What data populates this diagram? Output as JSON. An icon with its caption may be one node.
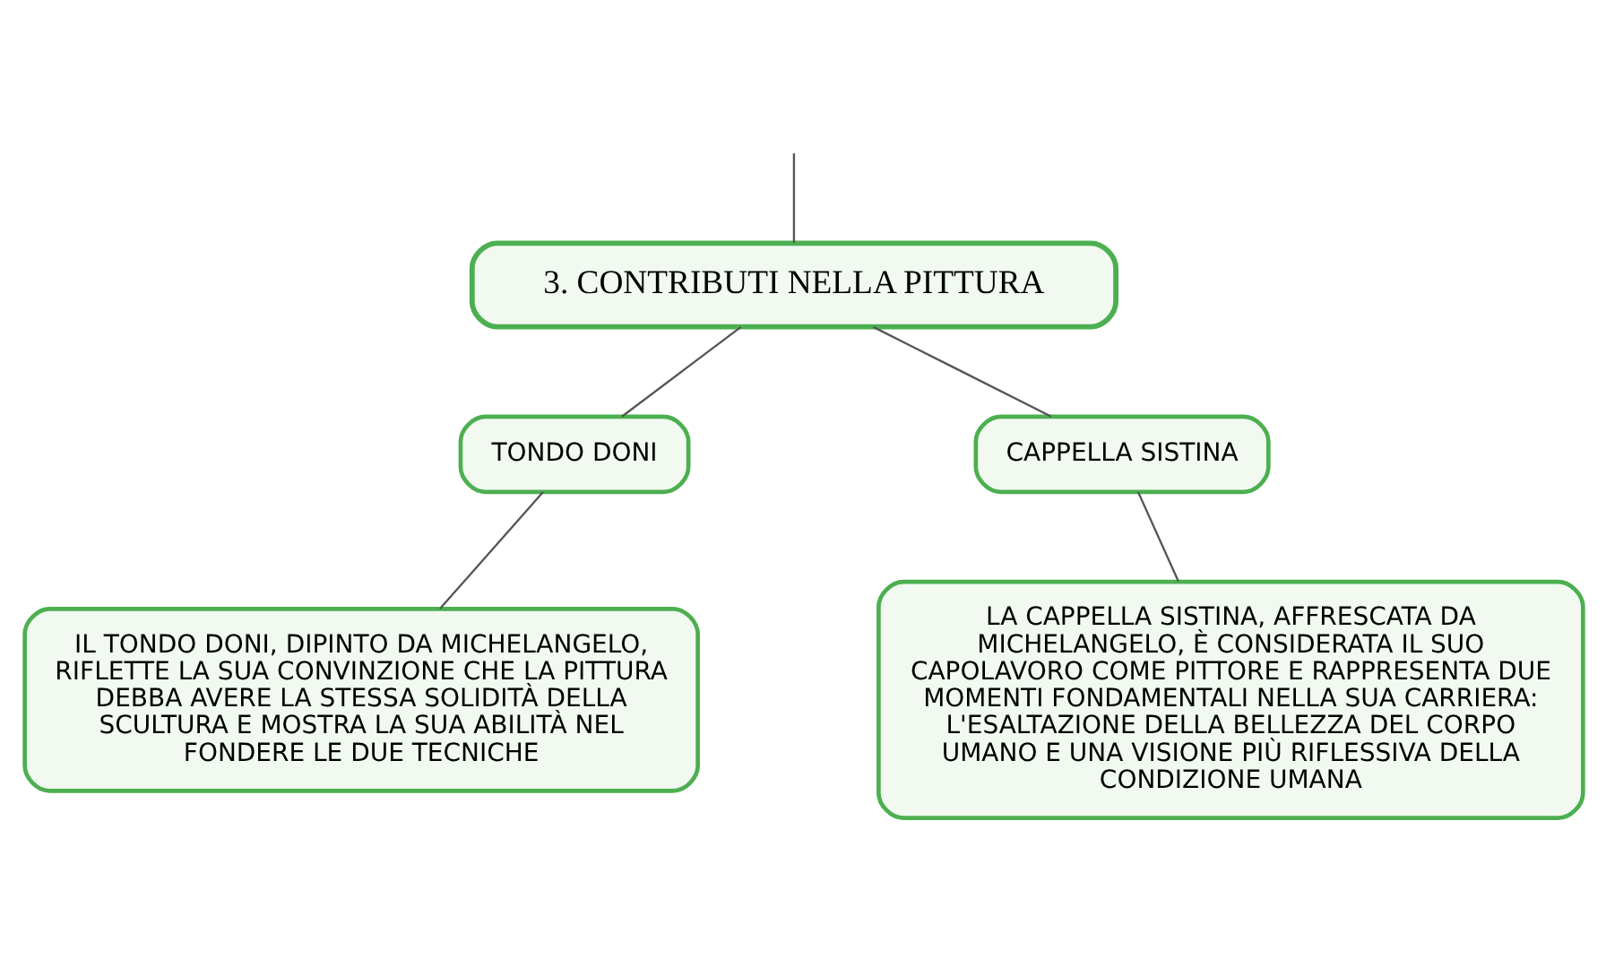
{
  "diagram": {
    "nodes": [
      {
        "text": [
          "3. CONTRIBUTI NELLA PITTURA"
        ]
      },
      {
        "text": [
          "TONDO DONI"
        ]
      },
      {
        "text": [
          "CAPPELLA SISTINA"
        ]
      },
      {
        "text": [
          "IL TONDO DONI, DIPINTO DA MICHELANGELO, RIFLETTE LA SUA CONVINZIONE CHE LA PITTURA DEBBA AVERE LA STESSA SOLIDITÀ DELLA SCULTURA E MOSTRA LA SUA ABILITÀ NEL FONDERE LE DUE TECNICHE"
        ]
      },
      {
        "text": [
          "LA CAPPELLA SISTINA, AFFRESCATA DA MICHELANGELO, È CONSIDERATA IL SUO CAPOLAVORO COME PITTORE E RAPPRESENTA DUE MOMENTI FONDAMENTALI NELLA SUA CARRIERA: L'ESALTAZIONE DELLA BELLEZZA DEL CORPO UMANO E UNA VISIONE PIÙ RIFLESSIVA DELLA CONDIZIONE UMANA"
        ]
      }
    ],
    "edges": [
      {
        "from": null,
        "to": 0,
        "arrow": "none"
      },
      {
        "from": 0,
        "to": 1,
        "arrow": "none"
      },
      {
        "from": 0,
        "to": 2,
        "arrow": "none"
      },
      {
        "from": 1,
        "to": 3,
        "arrow": "none"
      },
      {
        "from": 2,
        "to": 4,
        "arrow": "none"
      }
    ]
  }
}
